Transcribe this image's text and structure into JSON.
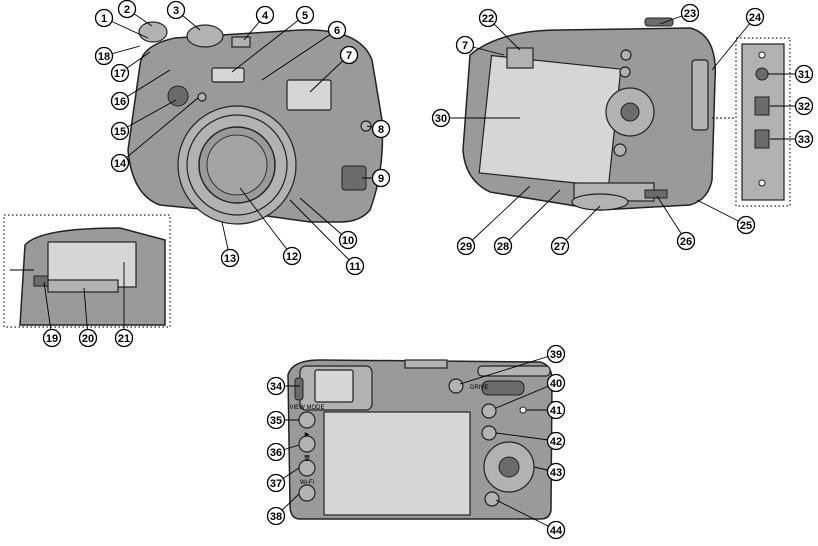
{
  "callouts": [
    {
      "label": "1"
    },
    {
      "label": "2"
    },
    {
      "label": "3"
    },
    {
      "label": "4"
    },
    {
      "label": "5"
    },
    {
      "label": "6"
    },
    {
      "label": "7"
    },
    {
      "label": "8"
    },
    {
      "label": "9"
    },
    {
      "label": "10"
    },
    {
      "label": "11"
    },
    {
      "label": "12"
    },
    {
      "label": "13"
    },
    {
      "label": "14"
    },
    {
      "label": "15"
    },
    {
      "label": "16"
    },
    {
      "label": "17"
    },
    {
      "label": "18"
    },
    {
      "label": "19"
    },
    {
      "label": "20"
    },
    {
      "label": "21"
    },
    {
      "label": "22"
    },
    {
      "label": "23"
    },
    {
      "label": "24"
    },
    {
      "label": "25"
    },
    {
      "label": "26"
    },
    {
      "label": "27"
    },
    {
      "label": "28"
    },
    {
      "label": "29"
    },
    {
      "label": "30"
    },
    {
      "label": "31"
    },
    {
      "label": "32"
    },
    {
      "label": "33"
    },
    {
      "label": "34"
    },
    {
      "label": "35"
    },
    {
      "label": "36"
    },
    {
      "label": "37"
    },
    {
      "label": "38"
    },
    {
      "label": "39"
    },
    {
      "label": "40"
    },
    {
      "label": "41"
    },
    {
      "label": "42"
    },
    {
      "label": "43"
    },
    {
      "label": "44"
    },
    {
      "label": "7"
    }
  ],
  "button_labels": {
    "view_mode": "VIEW MODE",
    "playback": "▶",
    "delete": "🗑",
    "wifi": "Wi-Fi",
    "drive": "DRIVE"
  }
}
